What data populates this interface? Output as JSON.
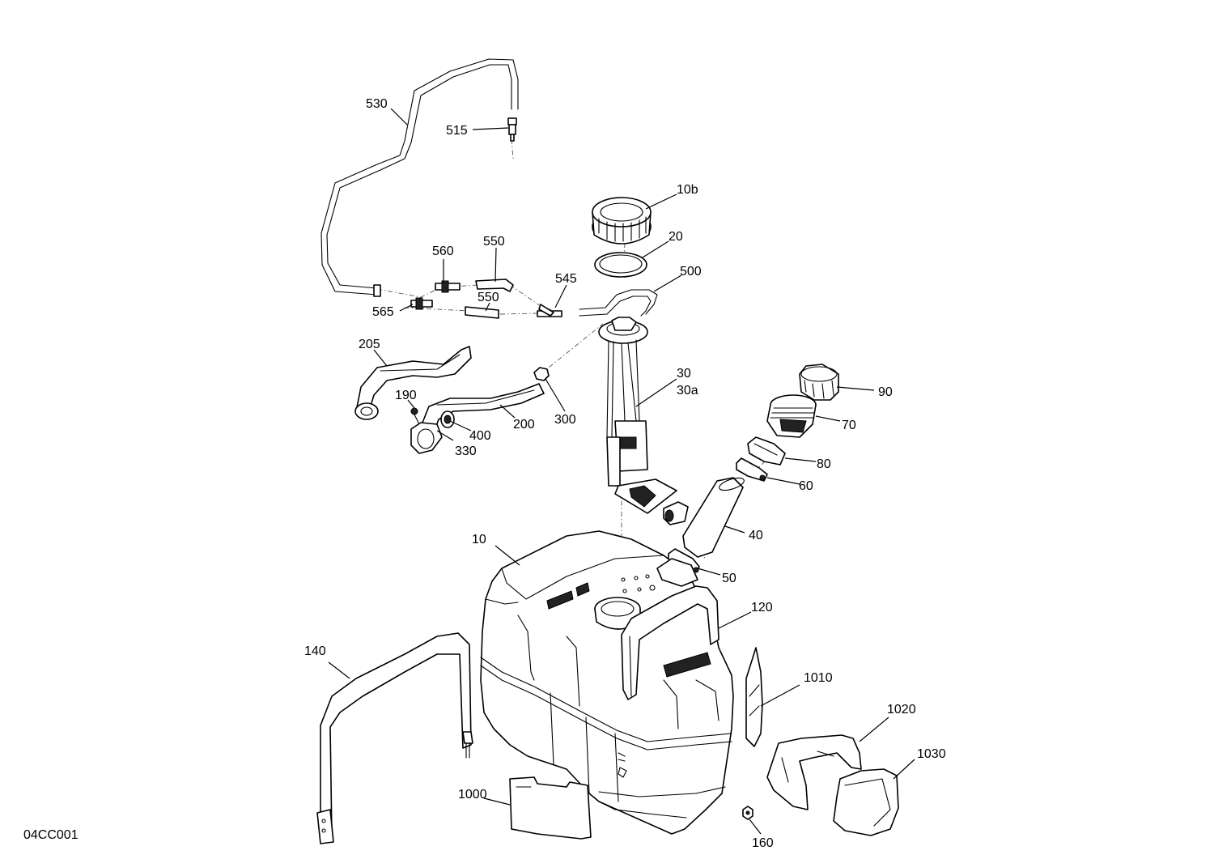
{
  "diagram_code": "04CC001",
  "callouts": {
    "c530": "530",
    "c515": "515",
    "c10b": "10b",
    "c20": "20",
    "c560": "560",
    "c550a": "550",
    "c545": "545",
    "c500": "500",
    "c565": "565",
    "c550b": "550",
    "c205": "205",
    "c190": "190",
    "c400": "400",
    "c330": "330",
    "c200": "200",
    "c300": "300",
    "c30": "30",
    "c30a": "30a",
    "c90": "90",
    "c70": "70",
    "c80": "80",
    "c60": "60",
    "c40": "40",
    "c10": "10",
    "c50": "50",
    "c120": "120",
    "c140": "140",
    "c1010": "1010",
    "c1020": "1020",
    "c1030": "1030",
    "c1000": "1000",
    "c160": "160"
  }
}
